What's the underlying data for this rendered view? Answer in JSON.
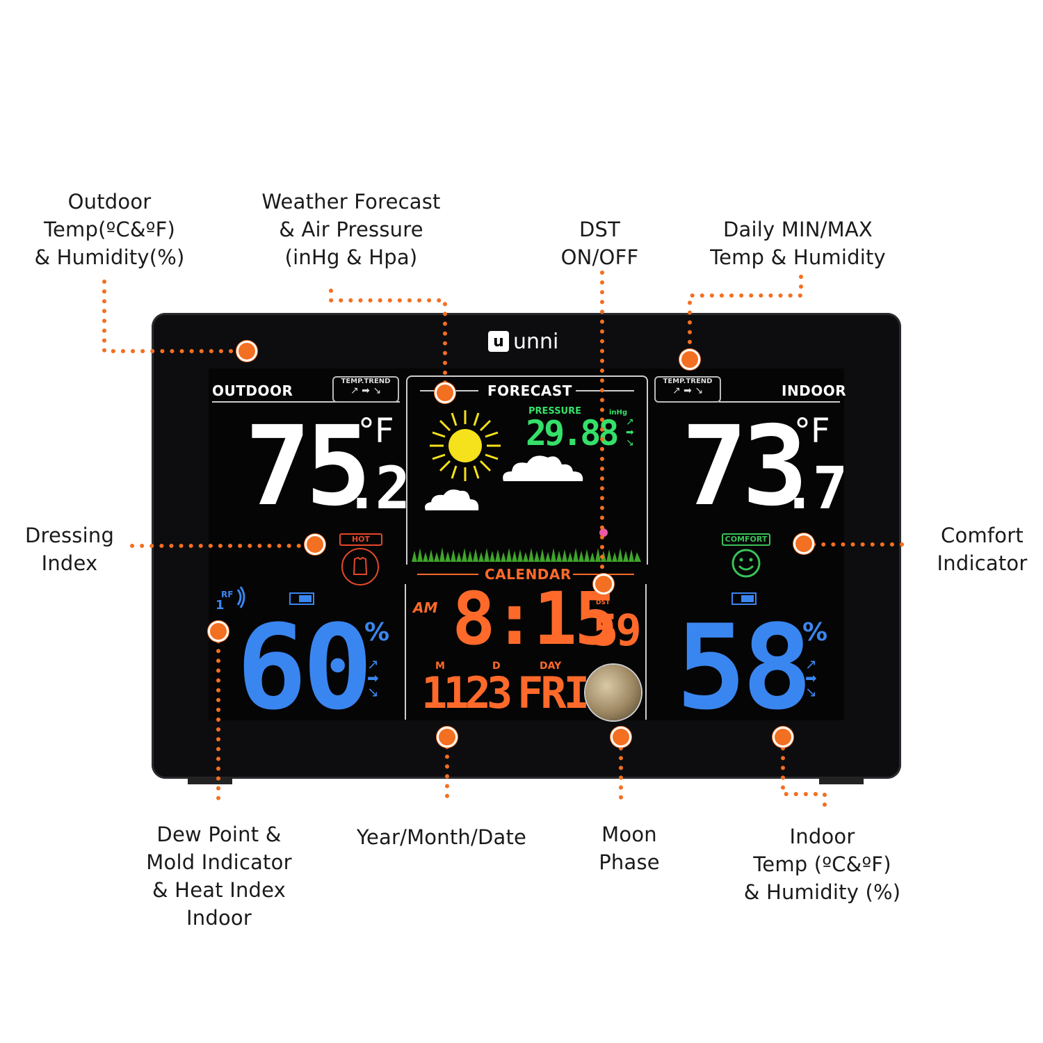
{
  "callouts": {
    "outdoor_temp": "Outdoor\nTemp(ºC&ºF)\n& Humidity(%)",
    "forecast_pressure": "Weather Forecast\n& Air Pressure\n(inHg & Hpa)",
    "dst": "DST\nON/OFF",
    "min_max": "Daily MIN/MAX\nTemp & Humidity",
    "dressing": "Dressing\nIndex",
    "comfort": "Comfort\nIndicator",
    "dew_point": "Dew Point &\nMold Indicator\n& Heat Index\nIndoor",
    "date": "Year/Month/Date",
    "moon": "Moon\nPhase",
    "indoor_temp": "Indoor\nTemp (ºC&ºF)\n& Humidity (%)"
  },
  "device": {
    "brand": "unni",
    "brand_logo_letter": "u",
    "outdoor": {
      "label": "OUTDOOR",
      "trend_label": "TEMP.TREND",
      "temp_main": "75",
      "temp_decimal": ".2",
      "unit": "°F",
      "dressing_tag": "HOT",
      "rf_label": "RF",
      "channel": "1",
      "humidity": "60",
      "humidity_unit": "%"
    },
    "forecast": {
      "label": "FORECAST",
      "pressure_label": "PRESSURE",
      "pressure_unit": "inHg",
      "pressure_value": "29.88"
    },
    "calendar": {
      "label": "CALENDAR",
      "ampm": "AM",
      "time": "8:15",
      "seconds": "59",
      "dst_label": "DST",
      "month_label": "M",
      "day_label": "D",
      "weekday_label": "DAY",
      "date": "1123",
      "weekday": "FRI"
    },
    "indoor": {
      "label": "INDOOR",
      "trend_label": "TEMP.TREND",
      "temp_main": "73",
      "temp_decimal": ".7",
      "unit": "°F",
      "comfort_tag": "COMFORT",
      "humidity": "58",
      "humidity_unit": "%"
    }
  },
  "colors": {
    "accent": "#f36f21",
    "humidity_blue": "#3a86f0",
    "pressure_green": "#35e06a",
    "clock_orange": "#ff6a2b",
    "comfort_green": "#39c35a",
    "hot_red": "#e5482a"
  }
}
